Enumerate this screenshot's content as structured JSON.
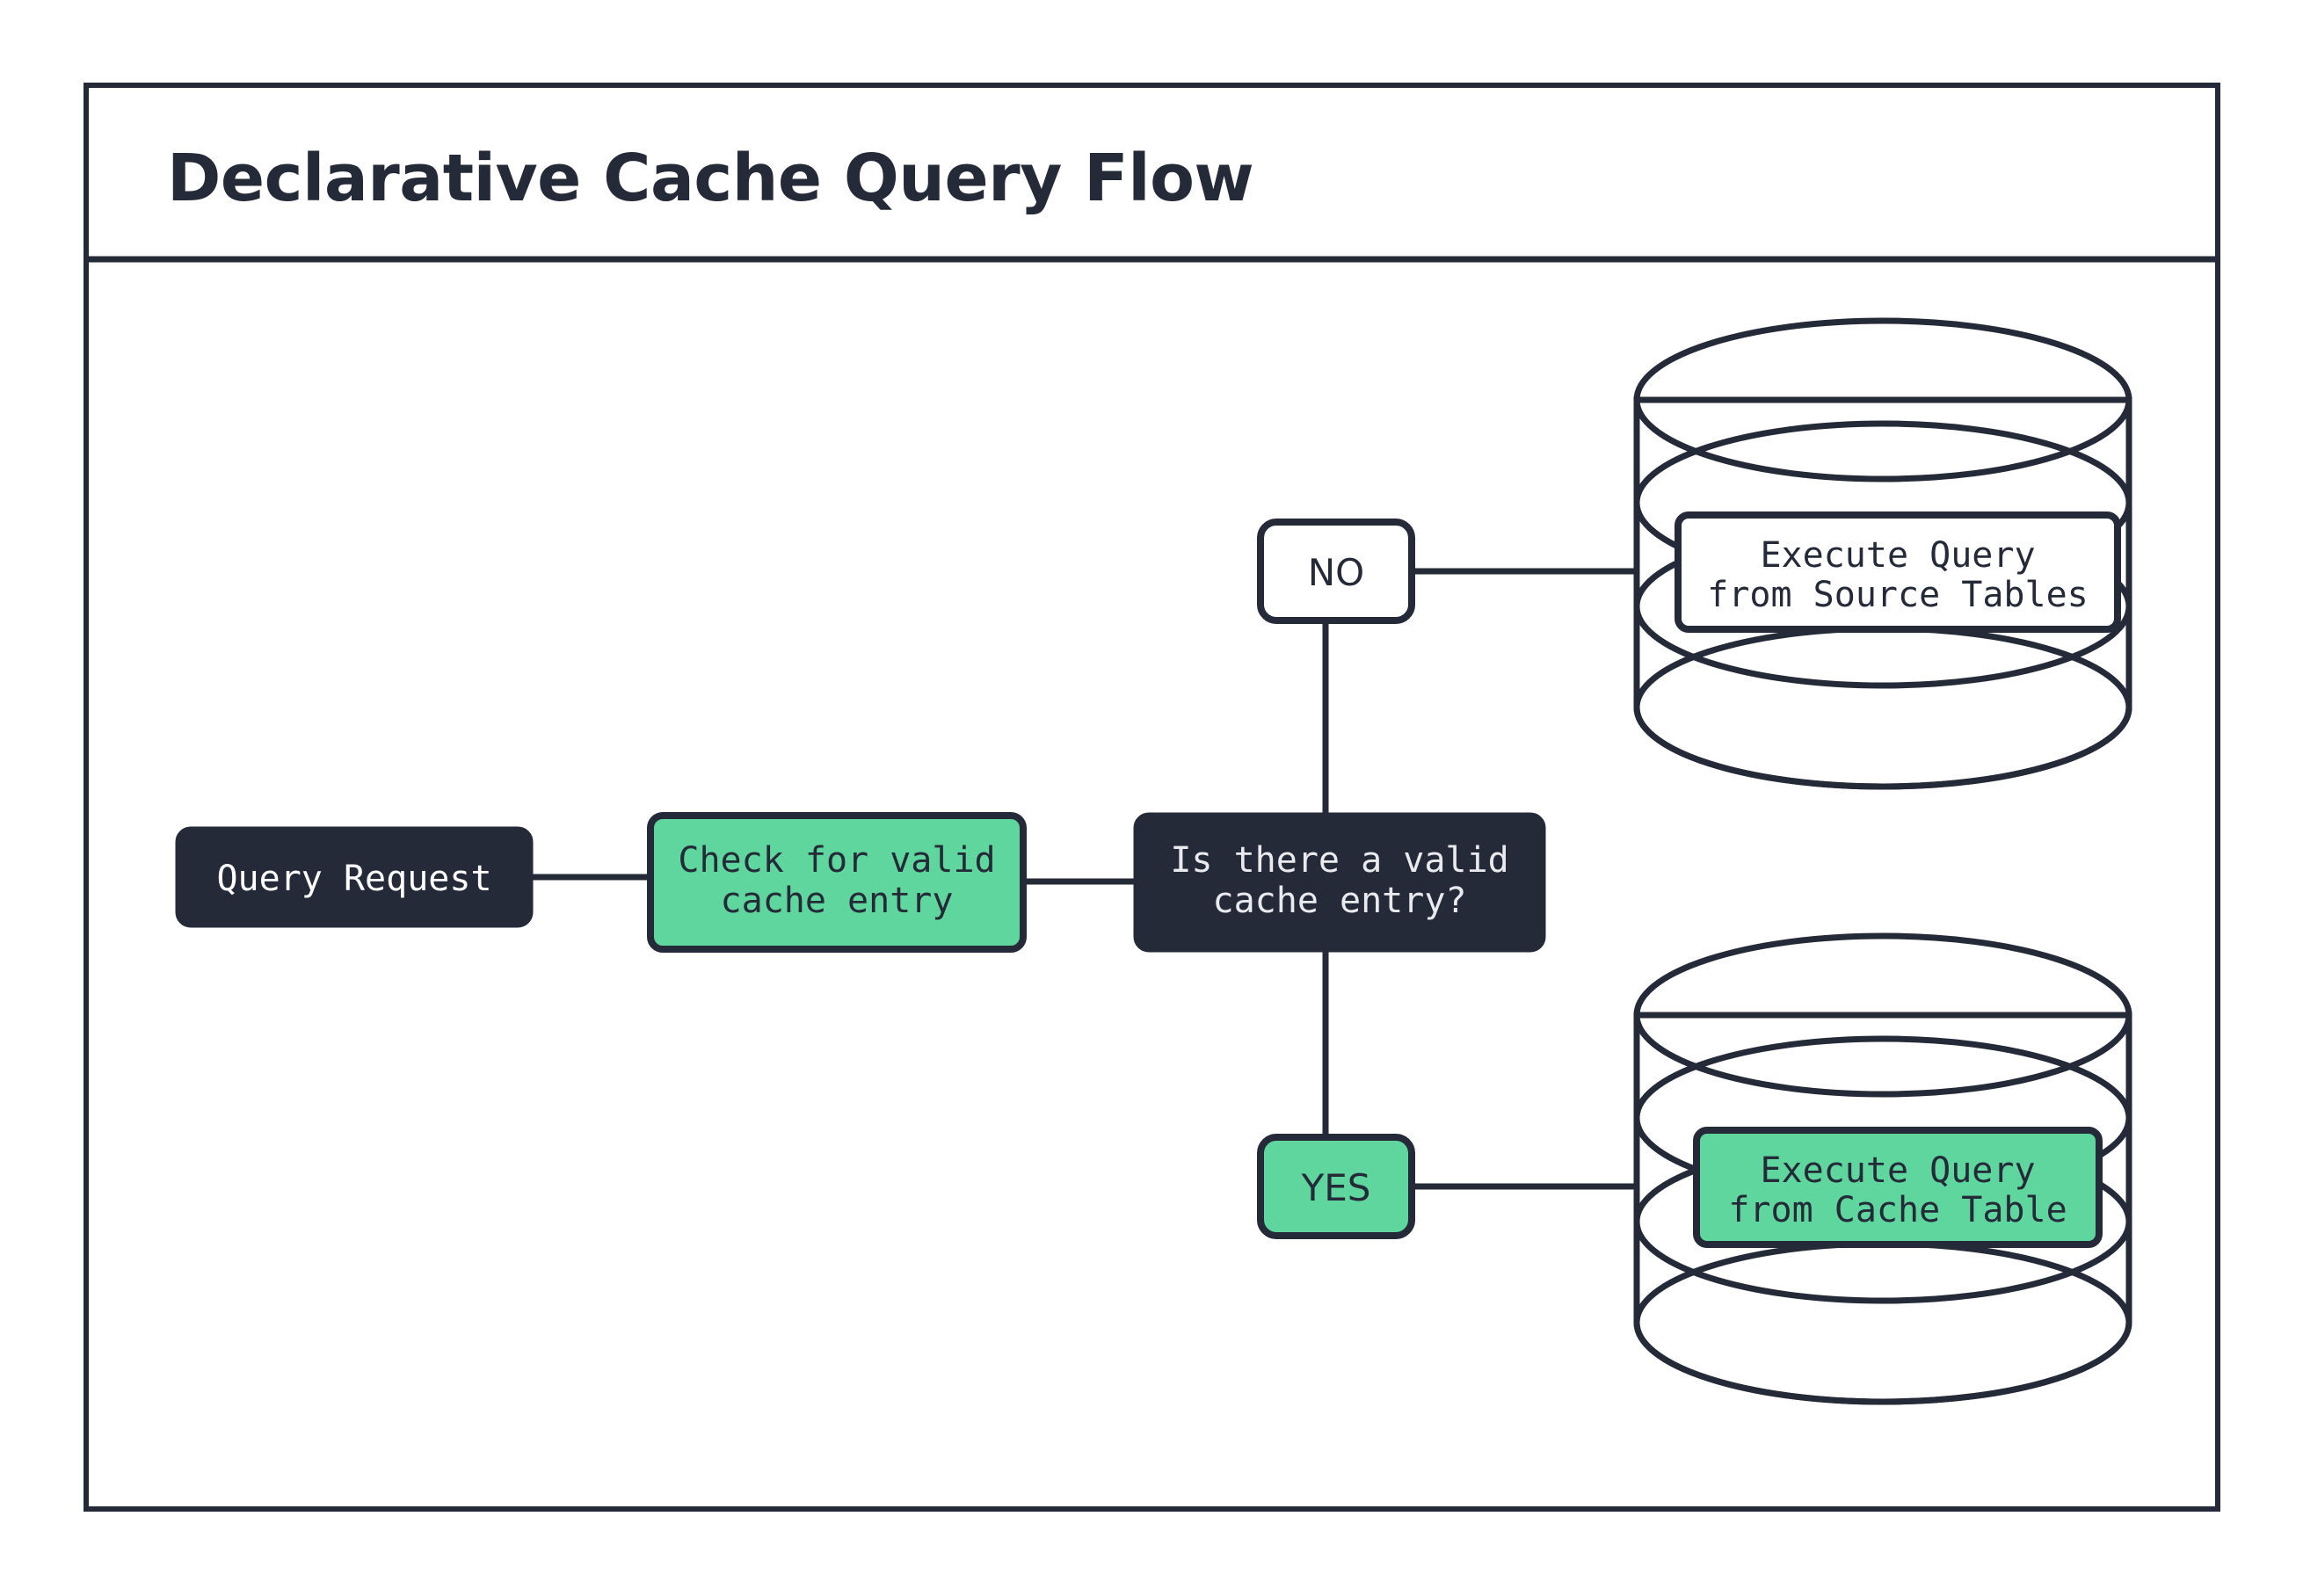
{
  "diagram": {
    "title": "Declarative Cache Query Flow",
    "type": "flowchart",
    "background_color": "#ffffff",
    "frame_color": "#252a38",
    "palette": {
      "dark": "#252a38",
      "green": "#5fd69d",
      "white": "#ffffff",
      "light_text": "#e9eaee"
    },
    "nodes": [
      {
        "id": "query-request",
        "label": "Query Request",
        "shape": "rounded-rect",
        "fill": "#252a38",
        "text_color": "#ffffff"
      },
      {
        "id": "check-cache",
        "label_line1": "Check for valid",
        "label_line2": "cache entry",
        "shape": "rounded-rect",
        "fill": "#5fd69d",
        "text_color": "#252a38"
      },
      {
        "id": "decision",
        "label_line1": "Is there a valid",
        "label_line2": "cache entry?",
        "shape": "rounded-rect",
        "fill": "#252a38",
        "text_color": "#e9eaee"
      },
      {
        "id": "branch-no",
        "label": "NO",
        "shape": "rounded-rect",
        "fill": "#ffffff",
        "text_color": "#252a38"
      },
      {
        "id": "branch-yes",
        "label": "YES",
        "shape": "rounded-rect",
        "fill": "#5fd69d",
        "text_color": "#252a38"
      },
      {
        "id": "source-tables-db",
        "label_line1": "Execute Query",
        "label_line2": "from Source Tables",
        "shape": "database-cylinder",
        "fill": "#ffffff",
        "text_color": "#252a38"
      },
      {
        "id": "cache-table-db",
        "label_line1": "Execute Query",
        "label_line2": "from Cache Table",
        "shape": "database-cylinder",
        "fill": "#5fd69d",
        "text_color": "#252a38"
      }
    ],
    "edges": [
      {
        "from": "query-request",
        "to": "check-cache",
        "label": ""
      },
      {
        "from": "check-cache",
        "to": "decision",
        "label": ""
      },
      {
        "from": "decision",
        "to": "branch-no",
        "label": "NO"
      },
      {
        "from": "branch-no",
        "to": "source-tables-db",
        "label": ""
      },
      {
        "from": "decision",
        "to": "branch-yes",
        "label": "YES"
      },
      {
        "from": "branch-yes",
        "to": "cache-table-db",
        "label": ""
      }
    ]
  }
}
